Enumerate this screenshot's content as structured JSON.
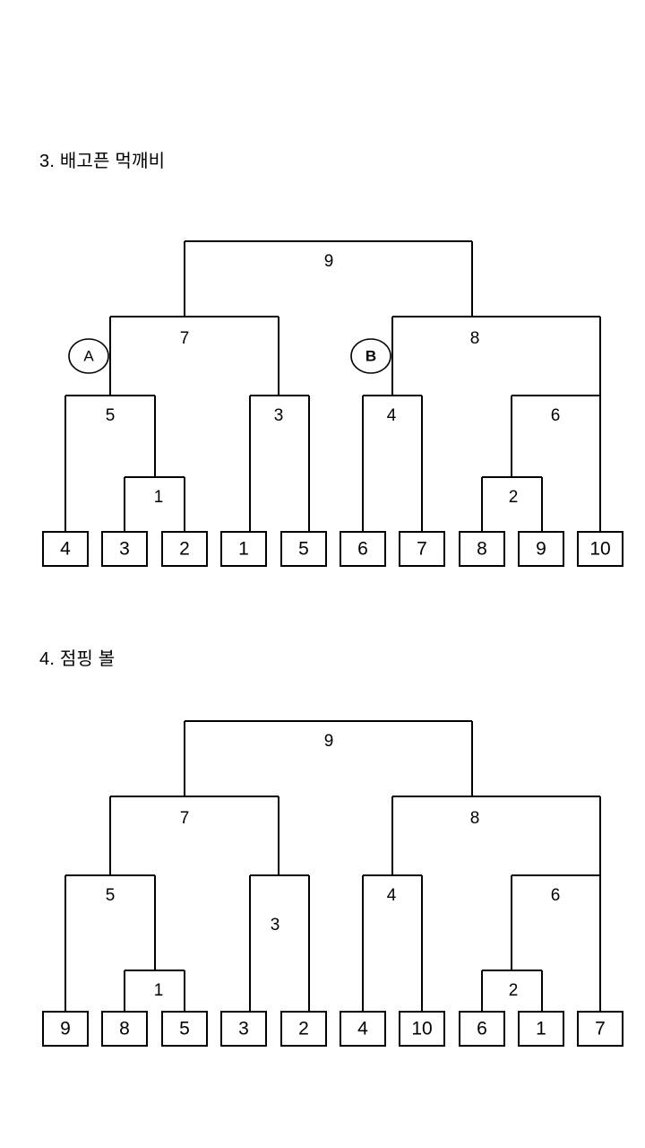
{
  "page": {
    "background_color": "#ffffff",
    "stroke_color": "#000000"
  },
  "sections": [
    {
      "id": "section-3",
      "number": "3.",
      "title": "3.  배고픈 먹깨비",
      "chart_data": {
        "type": "diagram",
        "title": "3.  배고픈 먹깨비",
        "diagram_kind": "binary-tree-bracket",
        "leaves": [
          "4",
          "3",
          "2",
          "1",
          "5",
          "6",
          "7",
          "8",
          "9",
          "10"
        ],
        "internal_nodes": [
          {
            "label": "9",
            "level": 1
          },
          {
            "label": "7",
            "level": 2
          },
          {
            "label": "8",
            "level": 2
          },
          {
            "label": "5",
            "level": 3
          },
          {
            "label": "3",
            "level": 3
          },
          {
            "label": "4",
            "level": 3
          },
          {
            "label": "6",
            "level": 3
          },
          {
            "label": "1",
            "level": 4
          },
          {
            "label": "2",
            "level": 4
          }
        ],
        "markers": [
          {
            "label": "A",
            "bold": false
          },
          {
            "label": "B",
            "bold": true
          }
        ]
      }
    },
    {
      "id": "section-4",
      "number": "4.",
      "title": "4.  점핑 볼",
      "chart_data": {
        "type": "diagram",
        "title": "4.  점핑 볼",
        "diagram_kind": "binary-tree-bracket",
        "leaves": [
          "9",
          "8",
          "5",
          "3",
          "2",
          "4",
          "10",
          "6",
          "1",
          "7"
        ],
        "internal_nodes": [
          {
            "label": "9",
            "level": 1
          },
          {
            "label": "7",
            "level": 2
          },
          {
            "label": "8",
            "level": 2
          },
          {
            "label": "5",
            "level": 3
          },
          {
            "label": "3",
            "level": 3
          },
          {
            "label": "4",
            "level": 3
          },
          {
            "label": "6",
            "level": 3
          },
          {
            "label": "1",
            "level": 4
          },
          {
            "label": "2",
            "level": 4
          }
        ],
        "markers": []
      }
    }
  ],
  "tree1": {
    "root": "9",
    "left_branch": "7",
    "right_branch": "8",
    "n5": "5",
    "n3": "3",
    "n4": "4",
    "n6": "6",
    "n1": "1",
    "n2": "2",
    "marker_a": "A",
    "marker_b": "B",
    "leaf0": "4",
    "leaf1": "3",
    "leaf2": "2",
    "leaf3": "1",
    "leaf4": "5",
    "leaf5": "6",
    "leaf6": "7",
    "leaf7": "8",
    "leaf8": "9",
    "leaf9": "10"
  },
  "tree2": {
    "root": "9",
    "left_branch": "7",
    "right_branch": "8",
    "n5": "5",
    "n3": "3",
    "n4": "4",
    "n6": "6",
    "n1": "1",
    "n2": "2",
    "leaf0": "9",
    "leaf1": "8",
    "leaf2": "5",
    "leaf3": "3",
    "leaf4": "2",
    "leaf5": "4",
    "leaf6": "10",
    "leaf7": "6",
    "leaf8": "1",
    "leaf9": "7"
  }
}
